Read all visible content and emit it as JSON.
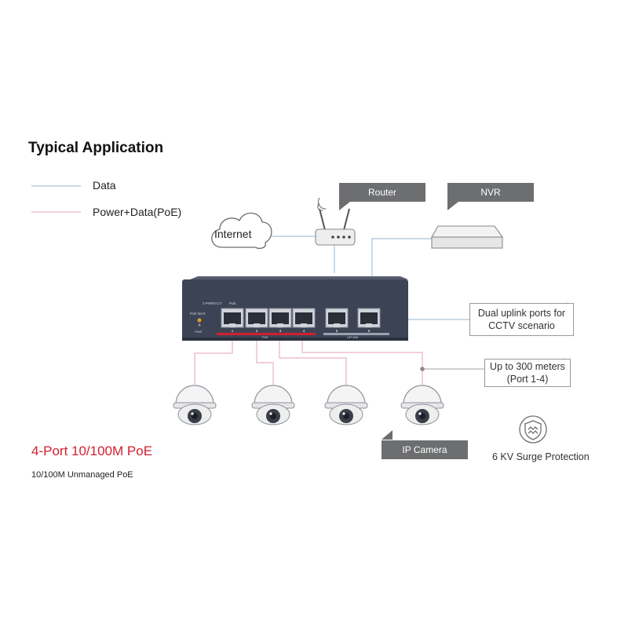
{
  "title": "Typical Application",
  "legend": [
    {
      "label": "Data",
      "color": "#a9c4dc"
    },
    {
      "label": "Power+Data(PoE)",
      "color": "#e9b1c6"
    }
  ],
  "cloud_label": "Internet",
  "callouts": {
    "router": "Router",
    "nvr": "NVR",
    "ip_camera": "IP Camera"
  },
  "notes": {
    "dual_uplink": "Dual uplink ports for CCTV scenario",
    "distance_line1": "Up to 300 meters",
    "distance_line2": "(Port 1-4)"
  },
  "switch_panel": {
    "label_top_left": "1-PWR/ACT",
    "label_top_mid": "PoE",
    "label_poe_max": "PoE MAX",
    "label_pwr": "PWR",
    "label_poe_group": "PoE",
    "label_uplink_group": "UPLINK",
    "port_numbers": [
      "1",
      "2",
      "3",
      "4",
      "5",
      "6"
    ]
  },
  "product_title": "4-Port 10/100M PoE",
  "product_subtitle": "10/100M Unmanaged PoE",
  "surge_label": "6 KV Surge Protection",
  "colors": {
    "data_line": "#a9c4dc",
    "poe_line": "#e9b1c6",
    "callout_bg": "#6d6e70",
    "switch_body": "#3c4354",
    "accent_red": "#d0202e"
  }
}
